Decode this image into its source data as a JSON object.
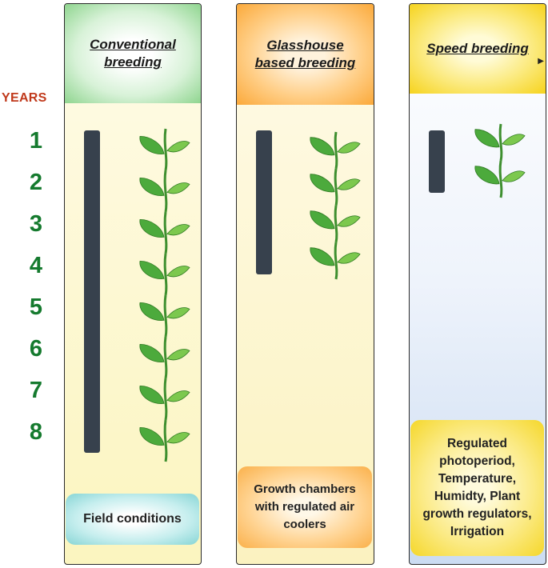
{
  "years_label": "YEARS",
  "years": [
    "1",
    "2",
    "3",
    "4",
    "5",
    "6",
    "7",
    "8"
  ],
  "panels": [
    {
      "title": "Conventional breeding",
      "duration_years": 8,
      "generations_shown": 8,
      "note": "Field conditions",
      "header_color": "#8fd58f",
      "note_color": "#86d5d5"
    },
    {
      "title": "Glasshouse based breeding",
      "duration_years": 3.5,
      "generations_shown": 4,
      "note": "Growth chambers with regulated air coolers",
      "header_color": "#fba93a",
      "note_color": "#fab04a"
    },
    {
      "title": "Speed breeding",
      "duration_years": 1.5,
      "generations_shown": 2,
      "note": "Regulated photoperiod, Temperature, Humidty, Plant growth regulators, Irrigation",
      "header_color": "#f6d31d",
      "note_color": "#f5d72a"
    }
  ],
  "colors": {
    "bar": "#37414d",
    "leaf": "#4caa3c",
    "years_label": "#c0391b",
    "year_numbers": "#157a2e"
  },
  "icons": {
    "plant": "plant-icon"
  }
}
